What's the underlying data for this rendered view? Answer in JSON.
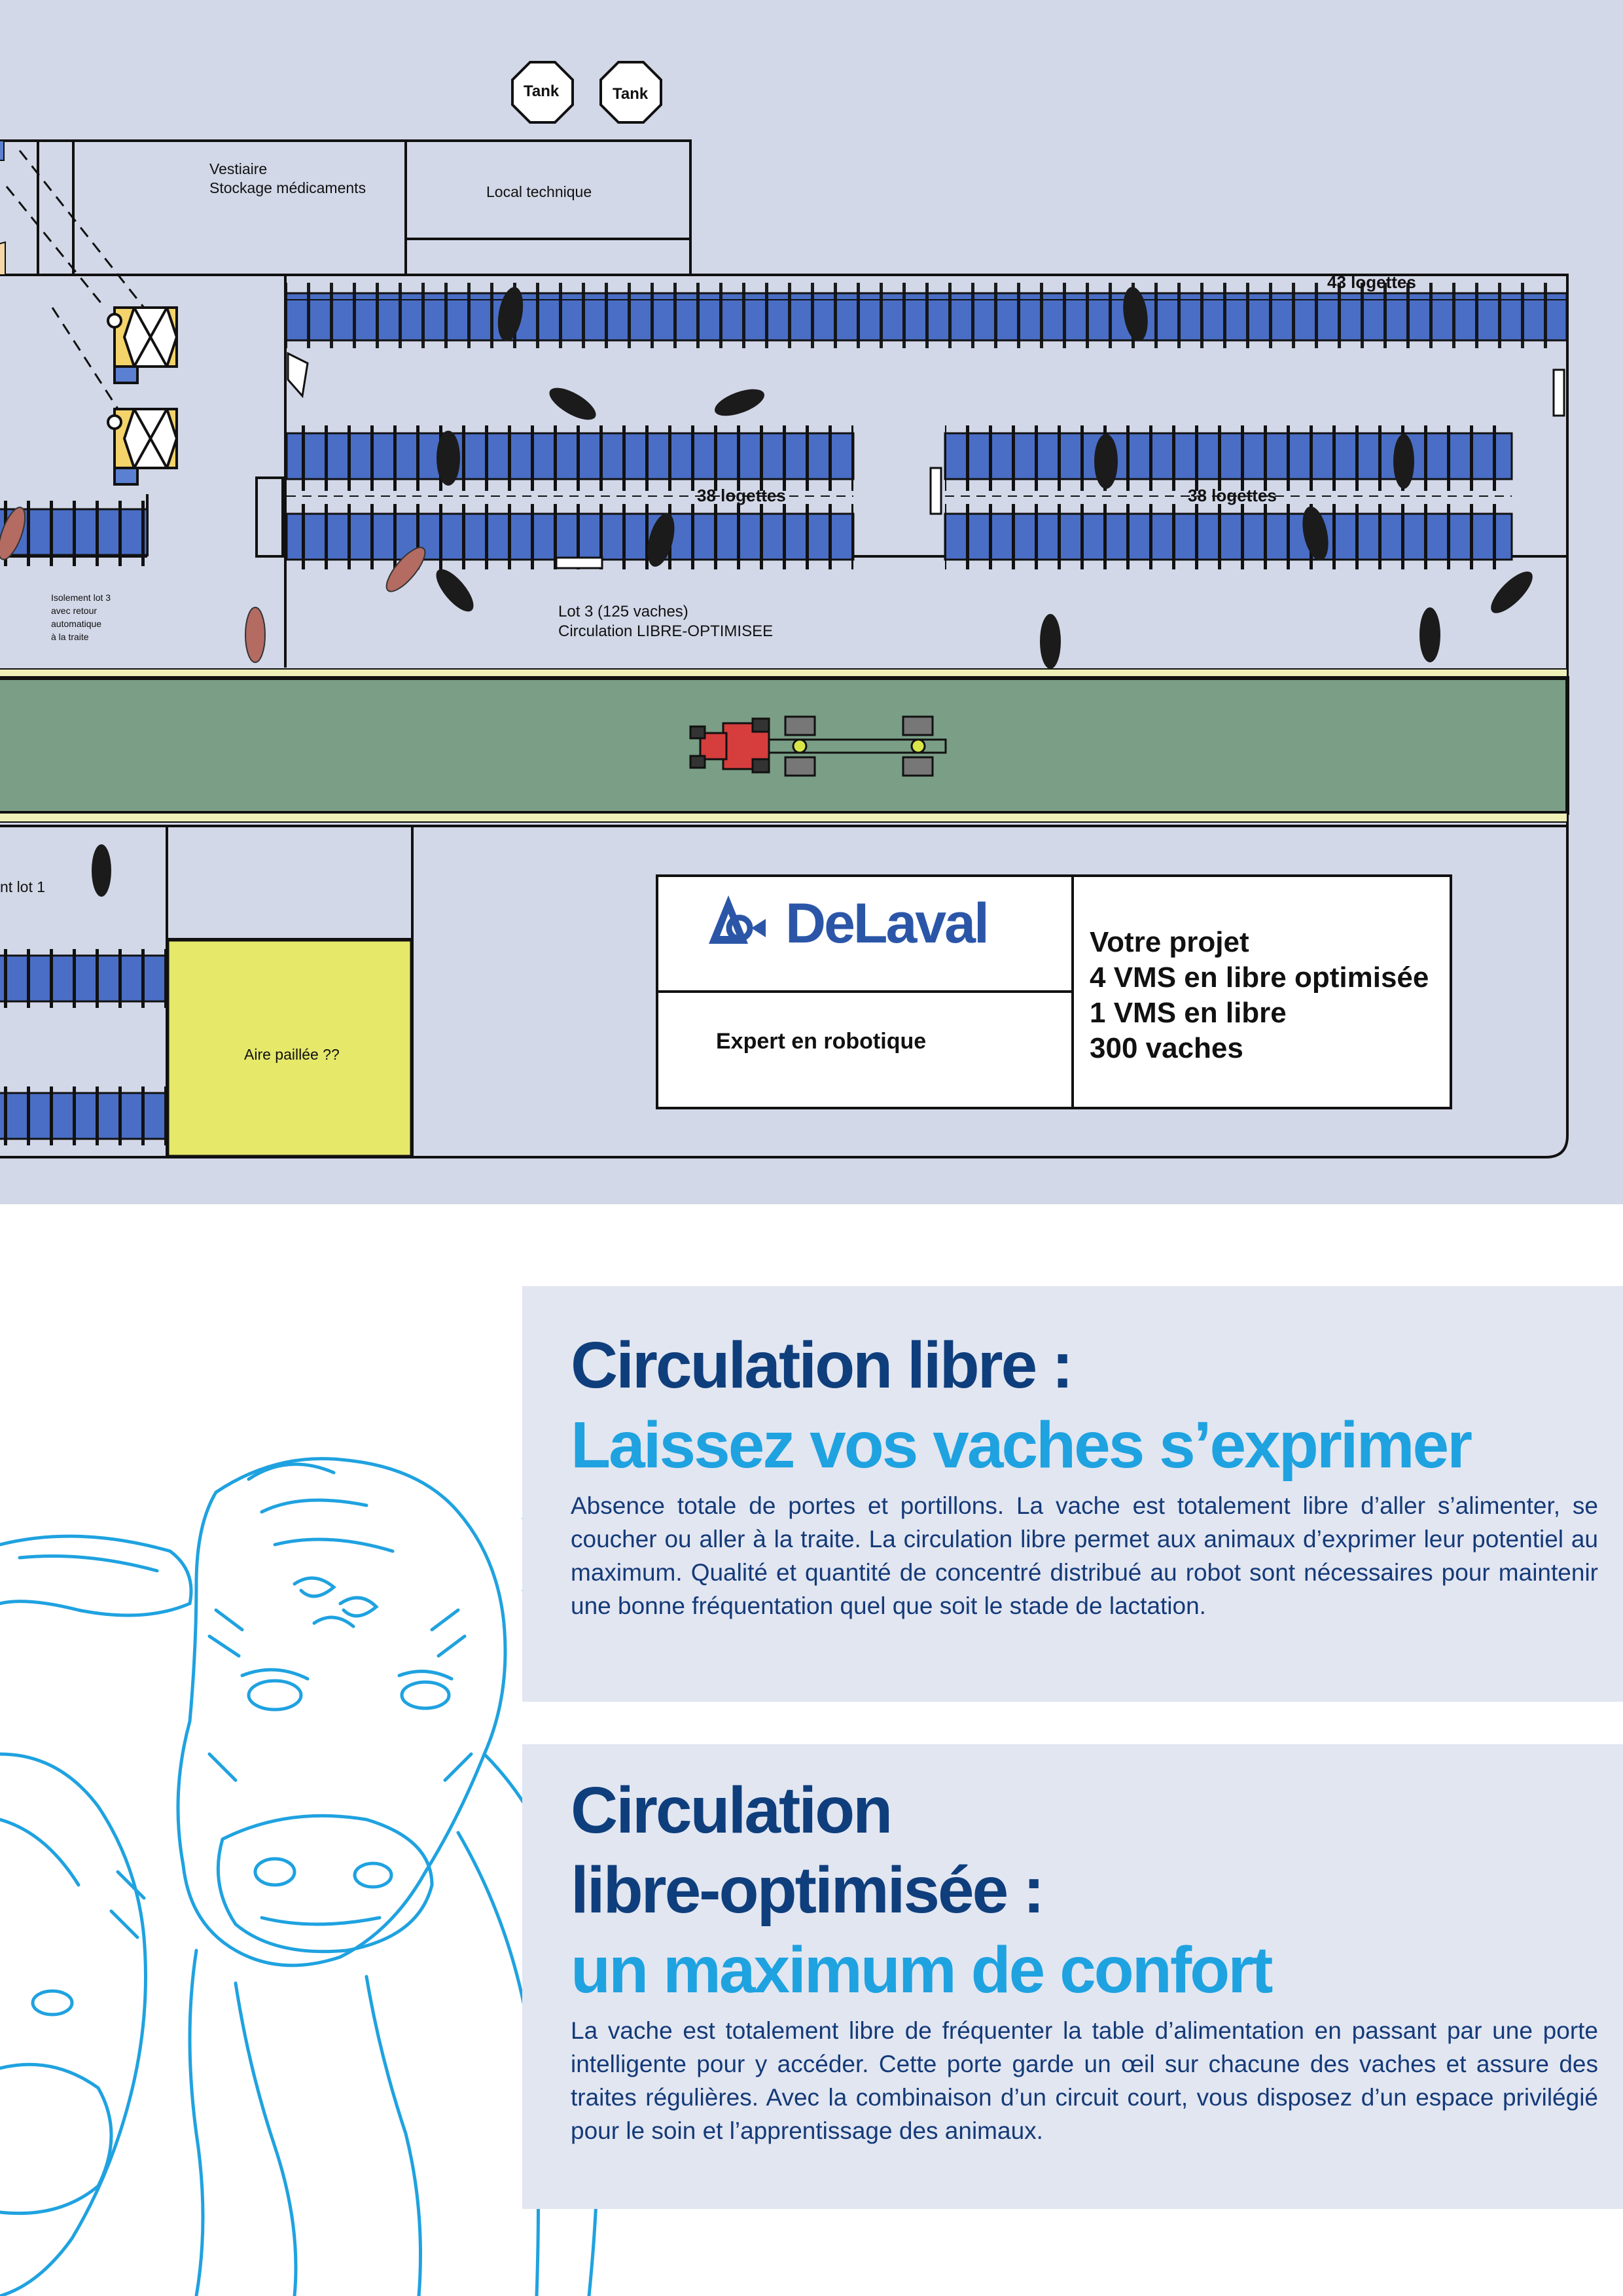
{
  "plan": {
    "tank_1": "Tank",
    "tank_2": "Tank",
    "vestiaire": "Vestiaire",
    "stockage": "Stockage médicaments",
    "local_technique": "Local technique",
    "logettes_top": "43 logettes",
    "logettes_left": "38 logettes",
    "logettes_right": "38 logettes",
    "isolement_lot3": [
      "Isolement lot 3",
      "avec retour",
      "automatique",
      "à la traite"
    ],
    "lot3_line1": "Lot 3 (125 vaches)",
    "lot3_line2": "Circulation LIBRE-OPTIMISEE",
    "isolement_lot1": "nt lot 1",
    "aire_paillee": "Aire paillée ??"
  },
  "infobox": {
    "brand": "DeLaval",
    "tagline": "Expert en robotique",
    "project_lines": [
      "Votre projet",
      "4 VMS en libre optimisée",
      "1 VMS en libre",
      "300 vaches"
    ]
  },
  "section1": {
    "title_line1": "Circulation libre :",
    "title_line2": "Laissez vos vaches s’exprimer",
    "body": "Absence totale de portes et portillons. La vache est totalement libre d’aller s’alimenter, se coucher ou aller à la traite. La circulation libre permet aux animaux d’exprimer leur potentiel au maximum. Qualité et quantité de concentré distribué au robot sont nécessaires pour maintenir une bonne fréquentation quel que soit le stade de lactation."
  },
  "section2": {
    "title_line1": "Circulation",
    "title_line2": "libre-optimisée :",
    "title_line3": "un maximum de confort",
    "body": "La vache est totalement libre de fréquenter la table d’alimentation en passant par une porte intelligente pour y accéder. Cette porte garde un œil sur chacune des vaches et assure des traites régulières. Avec la combinaison d’un circuit court, vous disposez d’un espace privilégié pour le soin et l’apprentissage des animaux."
  },
  "colors": {
    "plan_bg": "#d3d8e8",
    "stalls": "#4a6ec6",
    "feed_alley": "#7a9e86",
    "straw": "#e6e86a",
    "dark_blue": "#0f3e7c",
    "light_blue": "#1fa2e0"
  }
}
